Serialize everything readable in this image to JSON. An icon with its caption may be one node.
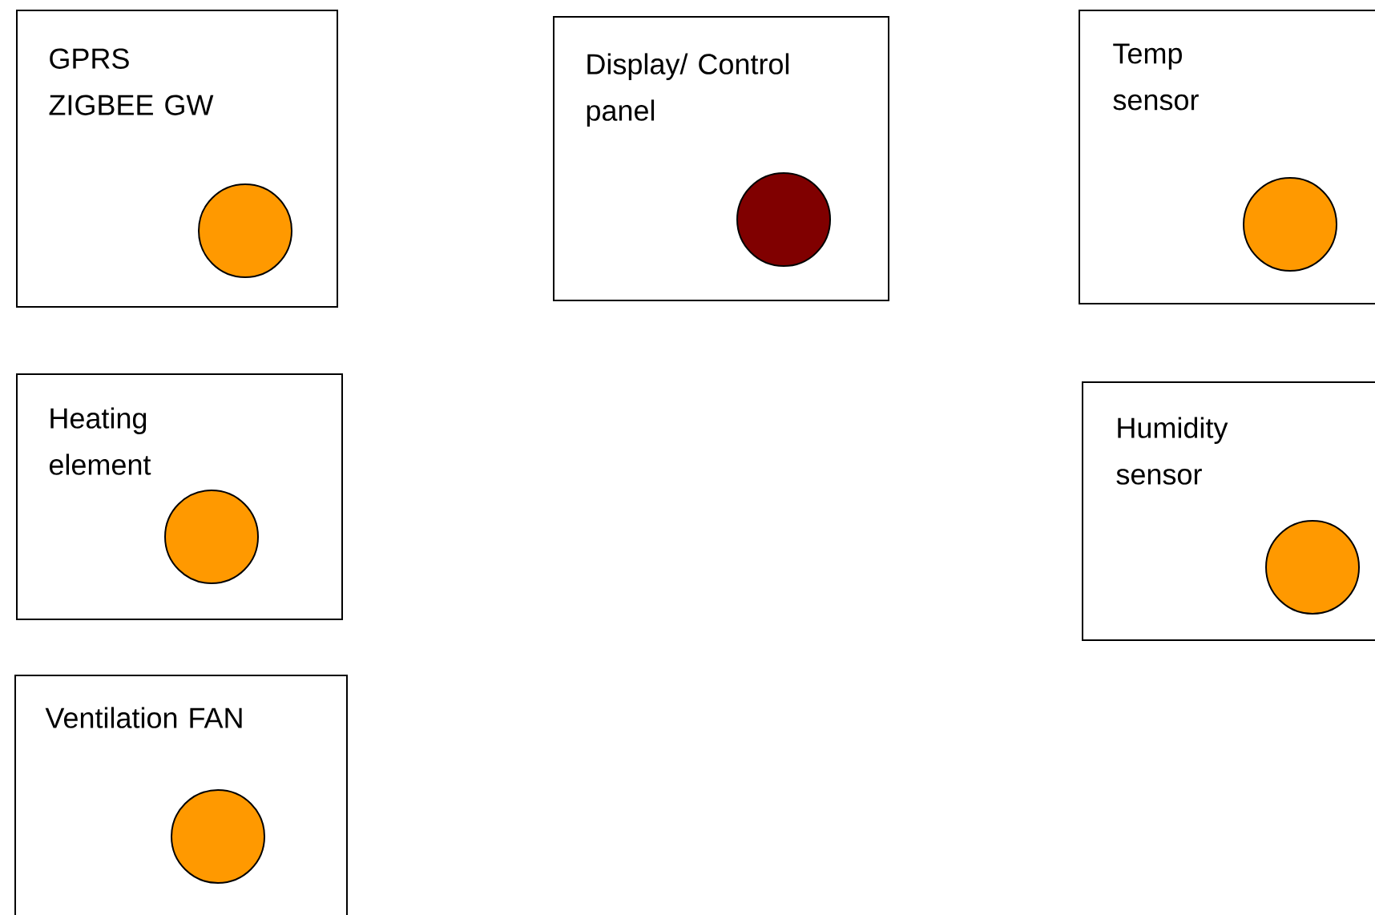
{
  "diagram": {
    "nodes": [
      {
        "text": [
          "GPRS ZIGBEE GW"
        ]
      },
      {
        "text": [
          "Display/ Control panel"
        ]
      },
      {
        "text": [
          "Temp sensor"
        ]
      },
      {
        "text": [
          "Heating element"
        ]
      },
      {
        "text": [
          "Humidity sensor"
        ]
      },
      {
        "text": [
          "Ventilation FAN"
        ]
      }
    ]
  }
}
